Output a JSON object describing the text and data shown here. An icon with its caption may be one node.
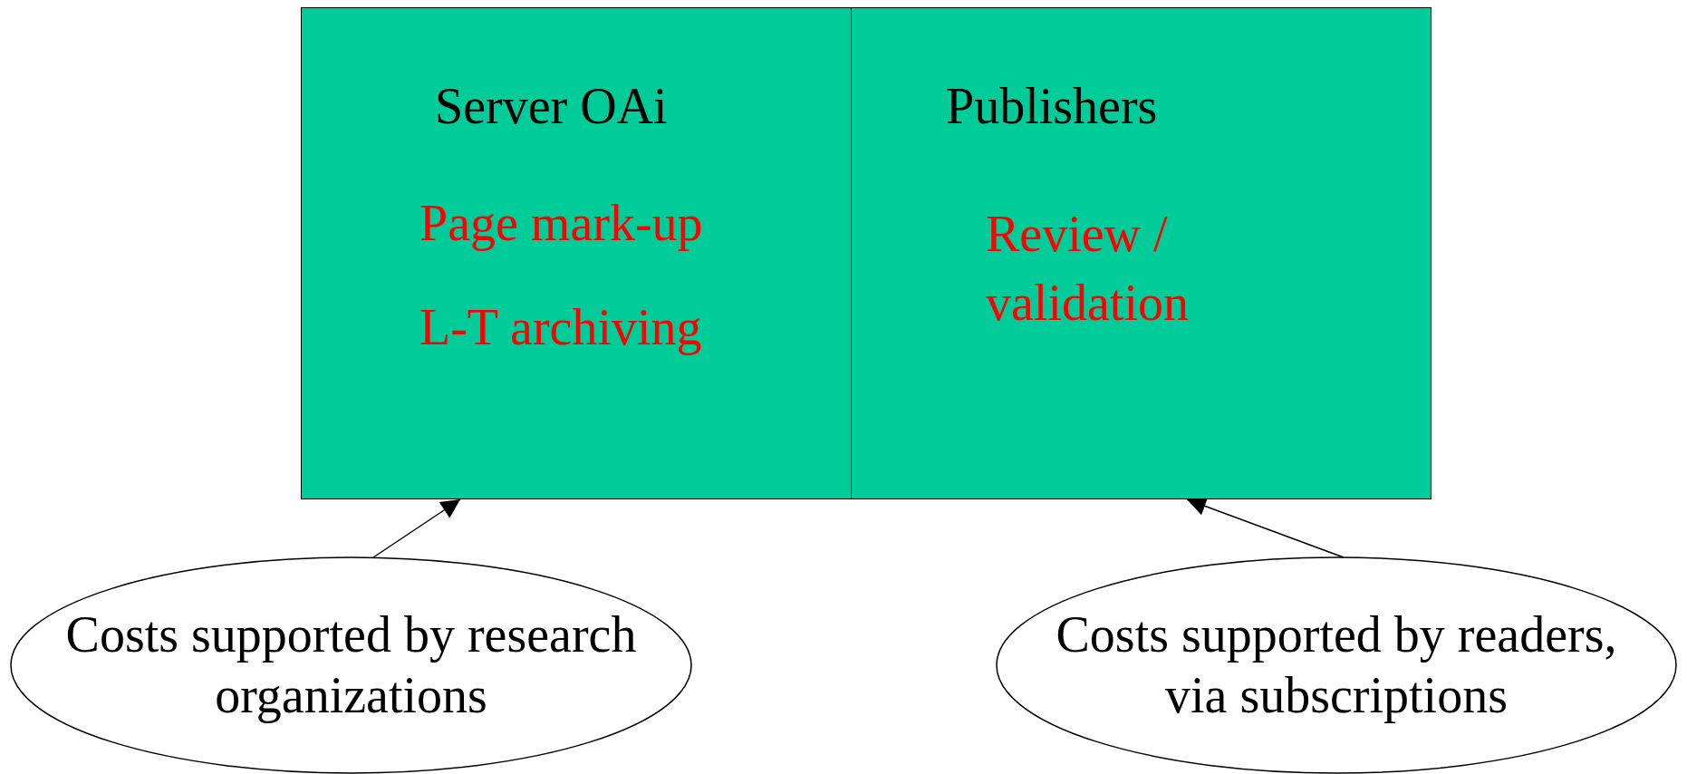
{
  "diagram": {
    "nodes": [
      {
        "text": [
          "Server OAi",
          "Page mark-up",
          "L-T archiving"
        ]
      },
      {
        "text": [
          "Publishers",
          "Review / validation"
        ]
      },
      {
        "text": [
          "Costs supported by research organizations"
        ]
      },
      {
        "text": [
          "Costs supported by readers, via subscriptions"
        ]
      }
    ],
    "edges": [
      {
        "from": 2,
        "to": 0,
        "arrow": "to"
      },
      {
        "from": 3,
        "to": 1,
        "arrow": "to"
      }
    ]
  }
}
